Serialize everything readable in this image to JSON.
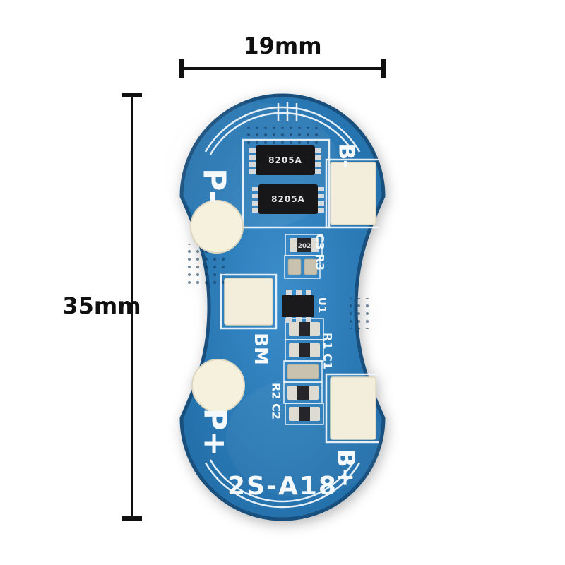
{
  "dimensions": {
    "width": "19mm",
    "height": "35mm"
  },
  "board": {
    "model": "2S-A18",
    "pads": {
      "p_minus": "P-",
      "b_minus": "B-",
      "bm": "BM",
      "p_plus": "P+",
      "b_plus": "B+"
    },
    "silkscreen": {
      "c3r3": "C3 R3",
      "u1": "U1",
      "r1c1": "R1 C1",
      "r2c2": "R2 C2"
    },
    "chips": {
      "mosfet1": "8205A",
      "mosfet2": "8205A"
    },
    "markings": {
      "resistor_top": "202"
    },
    "colors": {
      "pcb_blue": "#2a79b5",
      "pcb_edge": "#184f7c",
      "pad_cream": "#f3eedb",
      "silkscreen_white": "#f2f8fd",
      "chip_black": "#17171a"
    }
  }
}
